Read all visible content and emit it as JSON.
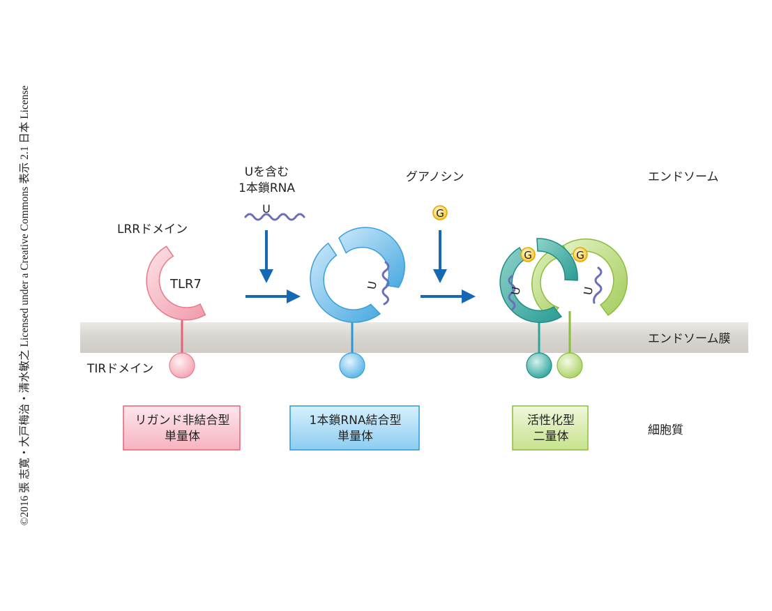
{
  "copyright": "©2016 張 志寛・大戸梅治・清水敏之 Licensed under a Creative Commons 表示 2.1 日本 License",
  "labels": {
    "ssrna_top": "Uを含む",
    "ssrna_bottom": "1本鎖RNA",
    "guanosine": "グアノシン",
    "endosome": "エンドソーム",
    "lrr_domain": "LRRドメイン",
    "tlr7": "TLR7",
    "endosome_membrane": "エンドソーム膜",
    "tir_domain": "TIRドメイン",
    "cytoplasm": "細胞質",
    "u_marker": "U",
    "g_marker": "G"
  },
  "states": [
    {
      "line1": "リガンド非結合型",
      "line2": "単量体",
      "color": "#e8607a"
    },
    {
      "line1": "1本鎖RNA結合型",
      "line2": "単量体",
      "color": "#2a98d6"
    },
    {
      "line1": "活性化型",
      "line2": "二量体",
      "color": "#8bbd3c"
    }
  ],
  "colors": {
    "pink": "#ee8c9c",
    "blue": "#52b2e6",
    "teal": "#2aa39a",
    "green": "#9cca4e",
    "arrow": "#1668b2",
    "rna": "#6b6eb8",
    "guanosine_fill": "#fcd03a",
    "membrane": "#d9d6d1"
  }
}
